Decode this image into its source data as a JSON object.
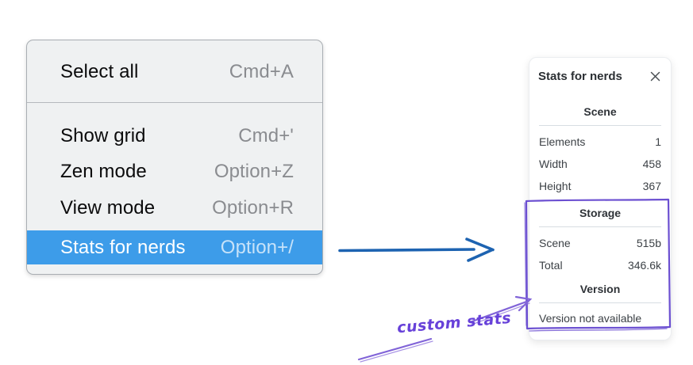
{
  "context_menu": {
    "items": [
      {
        "label": "Select all",
        "shortcut": "Cmd+A"
      },
      {
        "label": "Show grid",
        "shortcut": "Cmd+'"
      },
      {
        "label": "Zen mode",
        "shortcut": "Option+Z"
      },
      {
        "label": "View mode",
        "shortcut": "Option+R"
      },
      {
        "label": "Stats for nerds",
        "shortcut": "Option+/",
        "highlighted": true
      }
    ]
  },
  "stats_panel": {
    "title": "Stats for nerds",
    "sections": [
      {
        "header": "Scene",
        "rows": [
          {
            "label": "Elements",
            "value": "1"
          },
          {
            "label": "Width",
            "value": "458"
          },
          {
            "label": "Height",
            "value": "367"
          }
        ]
      },
      {
        "header": "Storage",
        "rows": [
          {
            "label": "Scene",
            "value": "515b"
          },
          {
            "label": "Total",
            "value": "346.6k"
          }
        ]
      },
      {
        "header": "Version",
        "note": "Version not available"
      }
    ]
  },
  "annotation": {
    "label": "custom stats"
  },
  "icons": {
    "close": "x-cross"
  },
  "colors": {
    "menu_background": "#eff1f2",
    "menu_highlight_blue": "#3d9ce9",
    "flow_arrow_blue": "#1d63b1",
    "sketch_box_purple": "#6b4fd1",
    "annotation_arrow_purple": "#8164d8",
    "annotation_text_purple": "#6741d9"
  }
}
